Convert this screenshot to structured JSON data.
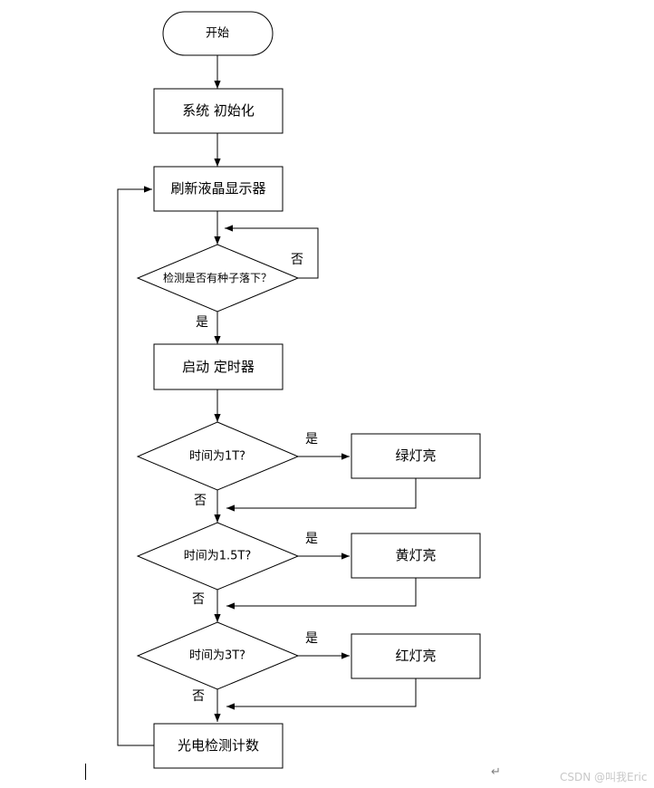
{
  "nodes": {
    "start": "开始",
    "init": "系统 初始化",
    "refresh": "刷新液晶显示器",
    "detect": "检测是否有种子落下？",
    "timer": "启动 定时器",
    "t1": "时间为1T?",
    "green": "绿灯亮",
    "t15": "时间为1.5T?",
    "yellow": "黄灯亮",
    "t3": "时间为3T?",
    "red": "红灯亮",
    "count": "光电检测计数"
  },
  "labels": {
    "detect_no": "否",
    "detect_yes": "是",
    "t1_yes": "是",
    "t1_no": "否",
    "t15_yes": "是",
    "t15_no": "否",
    "t3_yes": "是",
    "t3_no": "否"
  },
  "footer": {
    "paragraph_mark": "↵",
    "watermark": "CSDN @叫我Eric"
  }
}
